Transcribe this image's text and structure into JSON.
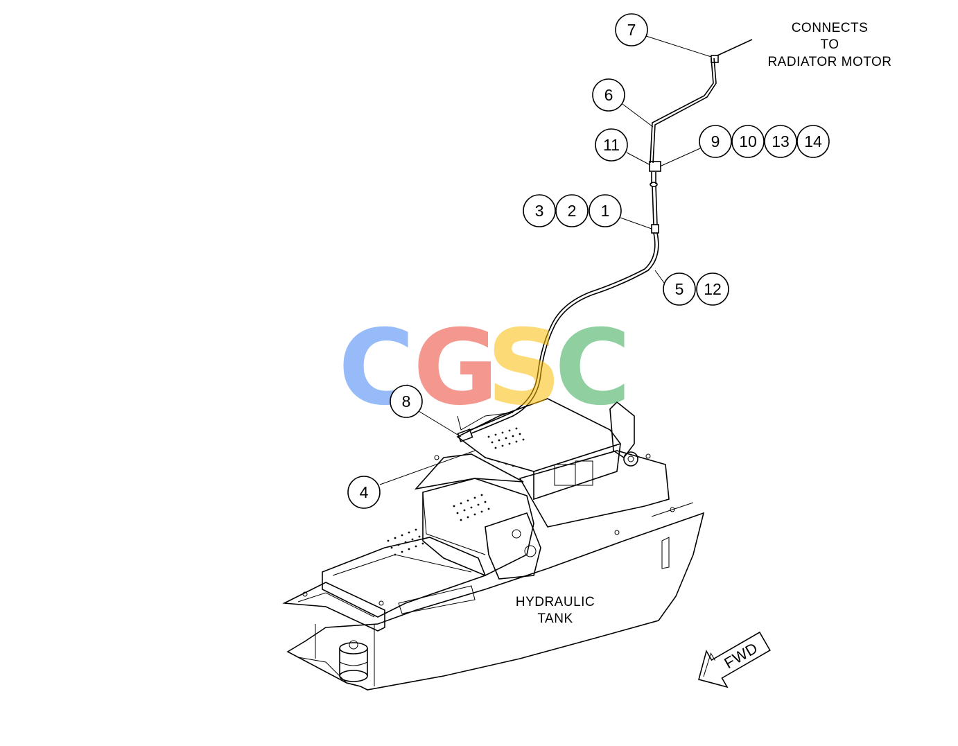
{
  "labels": {
    "connects_line1": "CONNECTS",
    "connects_line2": "TO",
    "connects_line3": "RADIATOR MOTOR",
    "tank_line1": "HYDRAULIC",
    "tank_line2": "TANK",
    "fwd": "FWD"
  },
  "callouts": {
    "c7": "7",
    "c6": "6",
    "c11": "11",
    "c9": "9",
    "c10": "10",
    "c13": "13",
    "c14": "14",
    "c3": "3",
    "c2": "2",
    "c1": "1",
    "c5": "5",
    "c12": "12",
    "c8": "8",
    "c4": "4"
  },
  "watermark": {
    "letters": [
      "C",
      "G",
      "S",
      "C"
    ],
    "colors": [
      "#4285F4",
      "#EA4335",
      "#FBBC05",
      "#34A853"
    ]
  }
}
